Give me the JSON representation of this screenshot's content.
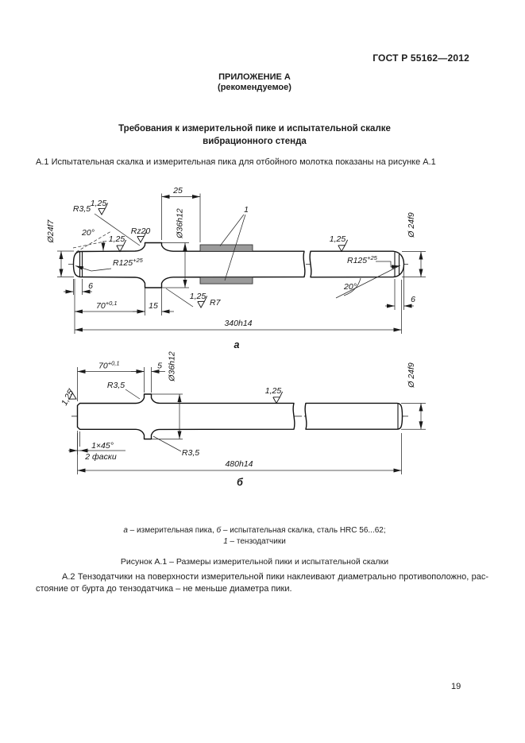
{
  "page": {
    "doc_number": "ГОСТ Р 55162—2012",
    "appendix_title": "ПРИЛОЖЕНИЕ А",
    "appendix_subtitle": "(рекомендуемое)",
    "title_line1": "Требования к измерительной пике и испытательной скалке",
    "title_line2": "вибрационного стенда",
    "para_a1": "А.1 Испытательная скалка и измерительная пика для отбойного молотка показаны на рисунке А.1",
    "para_a2_line1": "А.2 Тензодатчики на поверхности измерительной пики наклеивают диаметрально противоположно, рас-",
    "para_a2_line2": "стояние от бурта до тензодатчика – не меньше диаметра пики.",
    "page_number": "19"
  },
  "captions": {
    "a_key": "а",
    "a_rest": " – измерительная пика, ",
    "b_key": "б",
    "b_rest": " – испытательная скалка, сталь HRC 56...62;",
    "line2_key": "1",
    "line2_rest": " – тензодатчики",
    "figure": "Рисунок А.1 – Размеры измерительной пики и испытательной скалки"
  },
  "drawing_a": {
    "part_label": "а",
    "dims": {
      "len25": "25",
      "dia36": "Ø36h12",
      "callout1": "1",
      "dia24f7": "Ø24f7",
      "dia24f9": "Ø 24f9",
      "r35": "R3,5",
      "rough125": "1,25",
      "angle20": "20°",
      "rz20": "Rz20",
      "r125": "R125",
      "r125_tol": "+25",
      "len6": "6",
      "len70": "70",
      "len70_tol": "+0,1",
      "len15": "15",
      "r7": "R7",
      "len340": "340h14"
    }
  },
  "drawing_b": {
    "part_label": "б",
    "dims": {
      "len70": "70",
      "len70_tol": "+0,1",
      "len5": "5",
      "dia36": "Ø36h12",
      "r35": "R3,5",
      "rough125": "1,25",
      "chamfer": "1×45°",
      "chamfer_note": "2 фаски",
      "len480": "480h14",
      "dia24f9": "Ø 24f9"
    }
  }
}
